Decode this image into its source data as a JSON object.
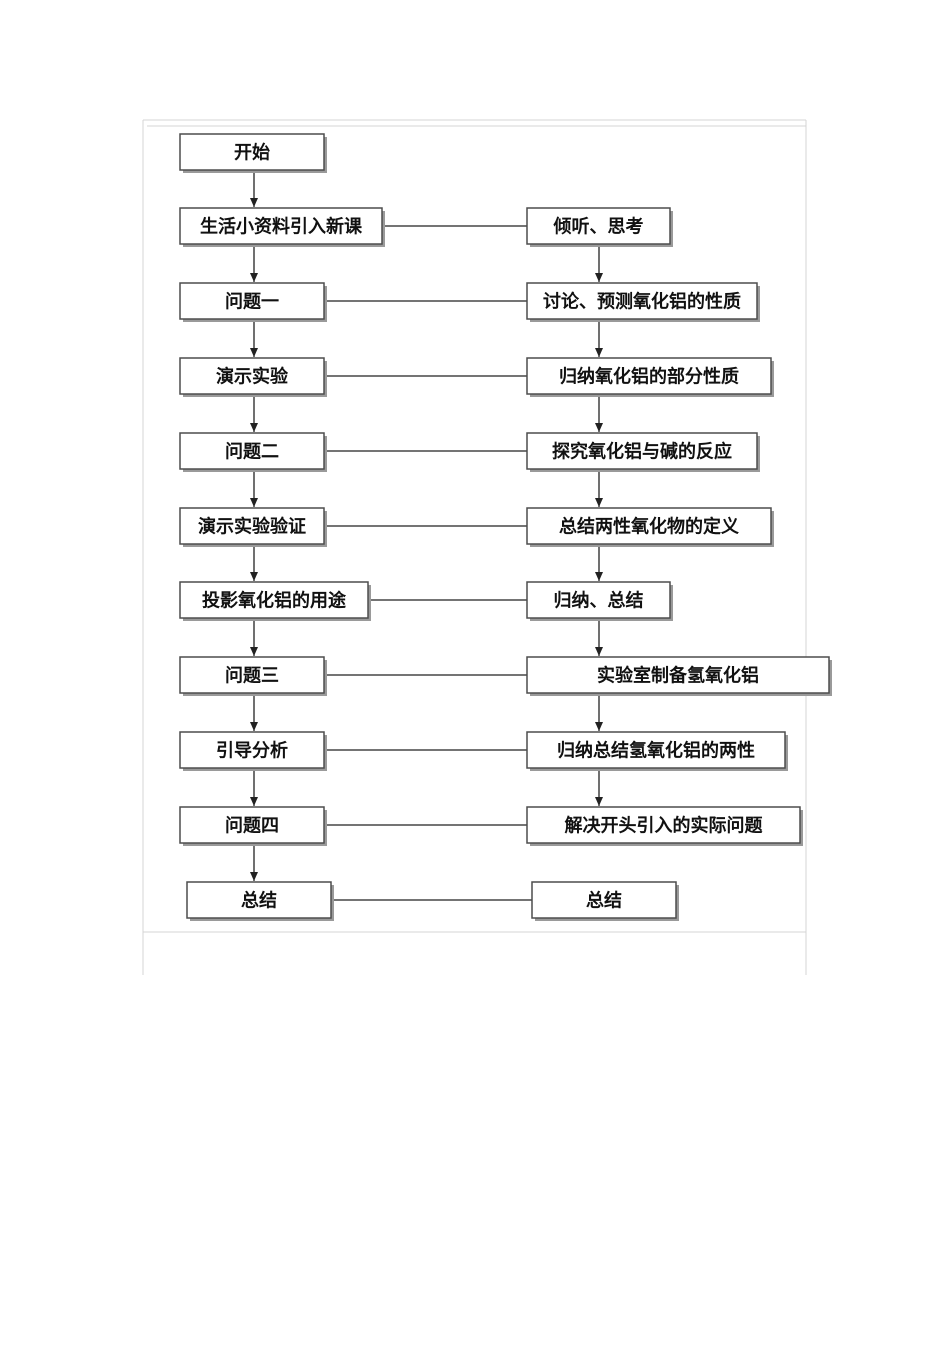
{
  "flowchart": {
    "left": [
      {
        "id": "l0",
        "label": "开始"
      },
      {
        "id": "l1",
        "label": "生活小资料引入新课"
      },
      {
        "id": "l2",
        "label": "问题一"
      },
      {
        "id": "l3",
        "label": "演示实验"
      },
      {
        "id": "l4",
        "label": "问题二"
      },
      {
        "id": "l5",
        "label": "演示实验验证"
      },
      {
        "id": "l6",
        "label": "投影氧化铝的用途"
      },
      {
        "id": "l7",
        "label": "问题三"
      },
      {
        "id": "l8",
        "label": "引导分析"
      },
      {
        "id": "l9",
        "label": "问题四"
      },
      {
        "id": "l10",
        "label": "总结"
      }
    ],
    "right": [
      {
        "id": "r1",
        "label": "倾听、思考"
      },
      {
        "id": "r2",
        "label": "讨论、预测氧化铝的性质"
      },
      {
        "id": "r3",
        "label": "归纳氧化铝的部分性质"
      },
      {
        "id": "r4",
        "label": "探究氧化铝与碱的反应"
      },
      {
        "id": "r5",
        "label": "总结两性氧化物的定义"
      },
      {
        "id": "r6",
        "label": "归纳、总结"
      },
      {
        "id": "r7",
        "label": "实验室制备氢氧化铝"
      },
      {
        "id": "r8",
        "label": "归纳总结氢氧化铝的两性"
      },
      {
        "id": "r9",
        "label": "解决开头引入的实际问题"
      },
      {
        "id": "r10",
        "label": "总结"
      }
    ],
    "arrows": [
      {
        "from": "l0",
        "to": "l1"
      },
      {
        "from": "l1",
        "to": "l2"
      },
      {
        "from": "l2",
        "to": "l3"
      },
      {
        "from": "l3",
        "to": "l4"
      },
      {
        "from": "l4",
        "to": "l5"
      },
      {
        "from": "l5",
        "to": "l6"
      },
      {
        "from": "l6",
        "to": "l7"
      },
      {
        "from": "l7",
        "to": "l8"
      },
      {
        "from": "l8",
        "to": "l9"
      },
      {
        "from": "l9",
        "to": "l10"
      },
      {
        "from": "r1",
        "to": "r2"
      },
      {
        "from": "r2",
        "to": "r3"
      },
      {
        "from": "r3",
        "to": "r4"
      },
      {
        "from": "r4",
        "to": "r5"
      },
      {
        "from": "r5",
        "to": "r6"
      },
      {
        "from": "r6",
        "to": "r7"
      },
      {
        "from": "r7",
        "to": "r8"
      },
      {
        "from": "r8",
        "to": "r9"
      }
    ],
    "links": [
      {
        "from": "l1",
        "to": "r1"
      },
      {
        "from": "l2",
        "to": "r2"
      },
      {
        "from": "l3",
        "to": "r3"
      },
      {
        "from": "l4",
        "to": "r4"
      },
      {
        "from": "l5",
        "to": "r5"
      },
      {
        "from": "l6",
        "to": "r6"
      },
      {
        "from": "l7",
        "to": "r7"
      },
      {
        "from": "l8",
        "to": "r8"
      },
      {
        "from": "l9",
        "to": "r9"
      },
      {
        "from": "l10",
        "to": "r10"
      }
    ]
  }
}
